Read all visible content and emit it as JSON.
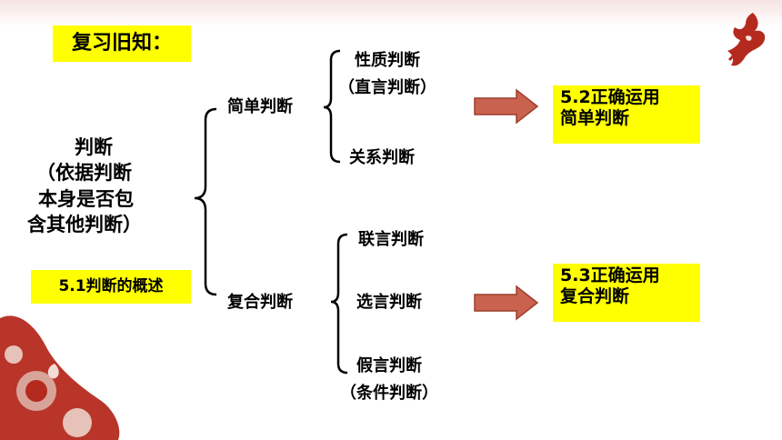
{
  "title": "复习旧知：",
  "root": {
    "line1": "判断",
    "line2": "（依据判断",
    "line3": "本身是否包",
    "line4": "含其他判断）"
  },
  "section_label": "5.1判断的概述",
  "simple": {
    "label": "简单判断",
    "children": {
      "property_line1": "性质判断",
      "property_line2": "（直言判断）",
      "relation": "关系判断"
    },
    "target_line1": "5.2正确运用",
    "target_line2": "简单判断"
  },
  "compound": {
    "label": "复合判断",
    "children": {
      "conjunctive": "联言判断",
      "disjunctive": "选言判断",
      "hypo_line1": "假言判断",
      "hypo_line2": "（条件判断）"
    },
    "target_line1": "5.3正确运用",
    "target_line2": "复合判断"
  },
  "colors": {
    "highlight": "#ffff00",
    "arrow": "#c96350",
    "arrow_border": "#9e3c2c",
    "decor_red": "#b52a1e"
  }
}
